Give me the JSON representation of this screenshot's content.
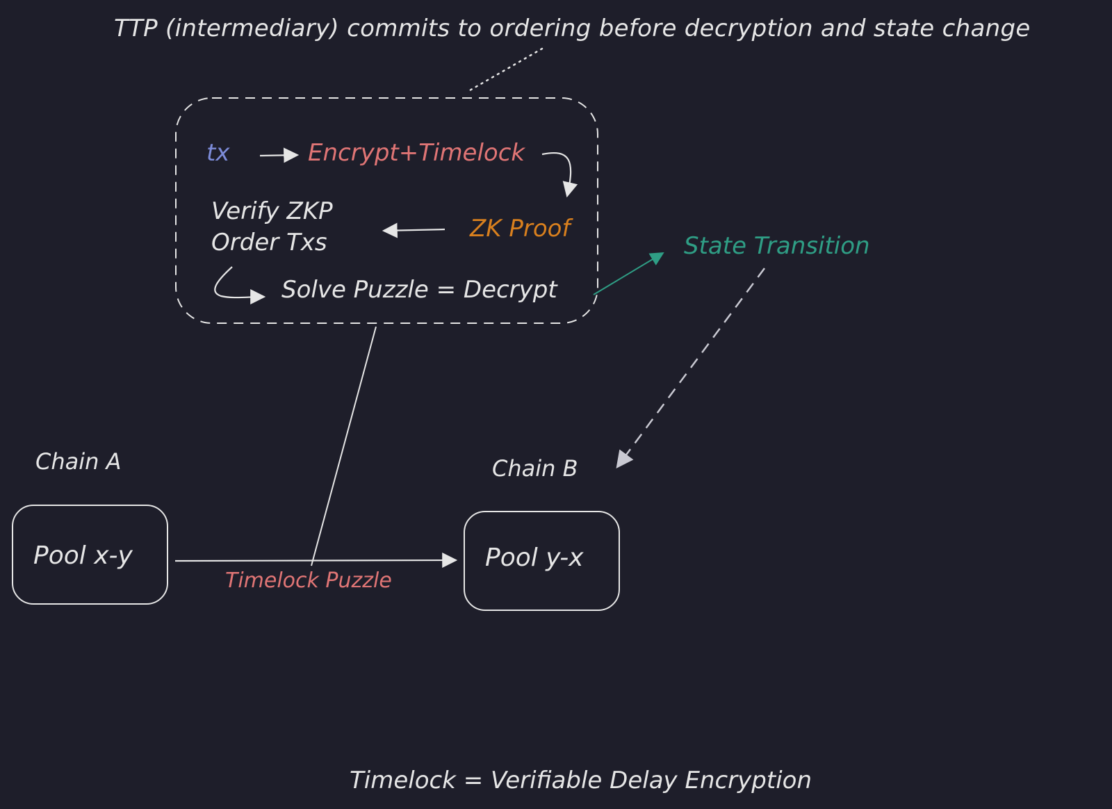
{
  "annotation": "TTP (intermediary) commits to ordering before decryption and state change",
  "ttp_box": {
    "tx": "tx",
    "encrypt": "Encrypt+Timelock",
    "zk_proof": "ZK Proof",
    "verify_line1": "Verify ZKP",
    "verify_line2": "Order Txs",
    "solve": "Solve Puzzle = Decrypt"
  },
  "state_transition": "State Transition",
  "chain_a": {
    "label": "Chain A",
    "pool": "Pool x-y"
  },
  "chain_b": {
    "label": "Chain B",
    "pool": "Pool y-x"
  },
  "timelock_puzzle": "Timelock Puzzle",
  "footer": "Timelock = Verifiable Delay Encryption",
  "colors": {
    "background": "#1e1e2a",
    "stroke": "#e6e6e6",
    "tx": "#7d8cd9",
    "encrypt": "#e07575",
    "zk_proof": "#d9801e",
    "state_transition": "#2f9e85",
    "timelock_puzzle": "#e07575"
  }
}
